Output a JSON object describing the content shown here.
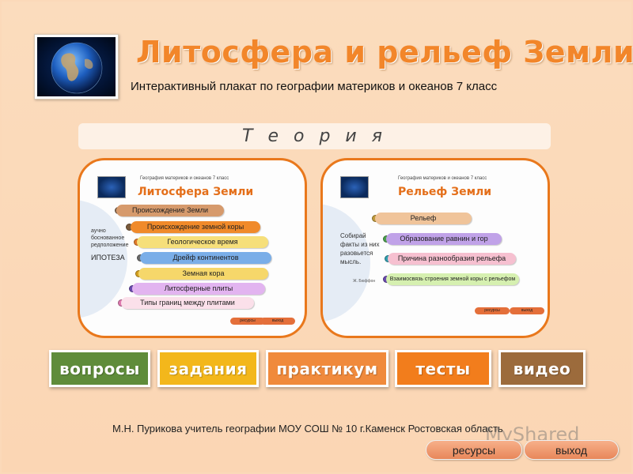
{
  "header": {
    "title": "Литосфера и рельеф Земли",
    "subtitle": "Интерактивный плакат по географии материков и океанов 7 класс"
  },
  "section": {
    "label": "Т е о р и я"
  },
  "poster_left": {
    "top_caption": "География материков и океанов 7 класс",
    "title": "Литосфера Земли",
    "side_text": "аучно боснованное редположение",
    "side_hypothesis": "ИПОТЕЗА",
    "items": [
      {
        "label": "Происхождение Земли",
        "color": "#d69a6c",
        "dot": "#8c6a50"
      },
      {
        "label": "Происхождение земной коры",
        "color": "#f08a2a",
        "dot": "#7a5a3a"
      },
      {
        "label": "Геологическое время",
        "color": "#f6df7a",
        "dot": "#e07a2a"
      },
      {
        "label": "Дрейф континентов",
        "color": "#7aaee8",
        "dot": "#6a6a6a"
      },
      {
        "label": "Земная кора",
        "color": "#f6d76a",
        "dot": "#d4a020"
      },
      {
        "label": "Литосферные плиты",
        "color": "#e2b4f0",
        "dot": "#6a4ab0"
      },
      {
        "label": "Типы границ между плитами",
        "color": "#fbe0ea",
        "dot": "#e07ab0"
      }
    ],
    "btn_resources": "ресурсы",
    "btn_exit": "выход"
  },
  "poster_right": {
    "top_caption": "География материков и океанов 7 класс",
    "title": "Рельеф Земли",
    "side_text": "Собирай факты из них разовьется мысль.",
    "side_author": "Ж. Бюффон",
    "items": [
      {
        "label": "Рельеф",
        "color": "#f0c49a",
        "dot": "#c09a3a"
      },
      {
        "label": "Образование равнин и гор",
        "color": "#c0a2e8",
        "dot": "#4aa04a"
      },
      {
        "label": "Причина разнообразия рельефа",
        "color": "#f6c0d0",
        "dot": "#30a0b0"
      },
      {
        "label": "Взаимосвязь строения земной коры с рельефом",
        "color": "#d6f0b0",
        "dot": "#6a4ab0"
      }
    ],
    "btn_resources": "ресурсы",
    "btn_exit": "выход"
  },
  "nav": [
    {
      "label": "вопросы",
      "color": "#5f8c3a"
    },
    {
      "label": "задания",
      "color": "#f3b71b"
    },
    {
      "label": "практикум",
      "color": "#f08a3c"
    },
    {
      "label": "тесты",
      "color": "#f27d1c"
    },
    {
      "label": "видео",
      "color": "#9c6b3c"
    }
  ],
  "footer": {
    "credits": "М.Н. Пурикова учитель географии МОУ СОШ № 10  г.Каменск Ростовская область",
    "watermark": "MyShared",
    "btn_resources": "ресурсы",
    "btn_exit": "выход"
  }
}
